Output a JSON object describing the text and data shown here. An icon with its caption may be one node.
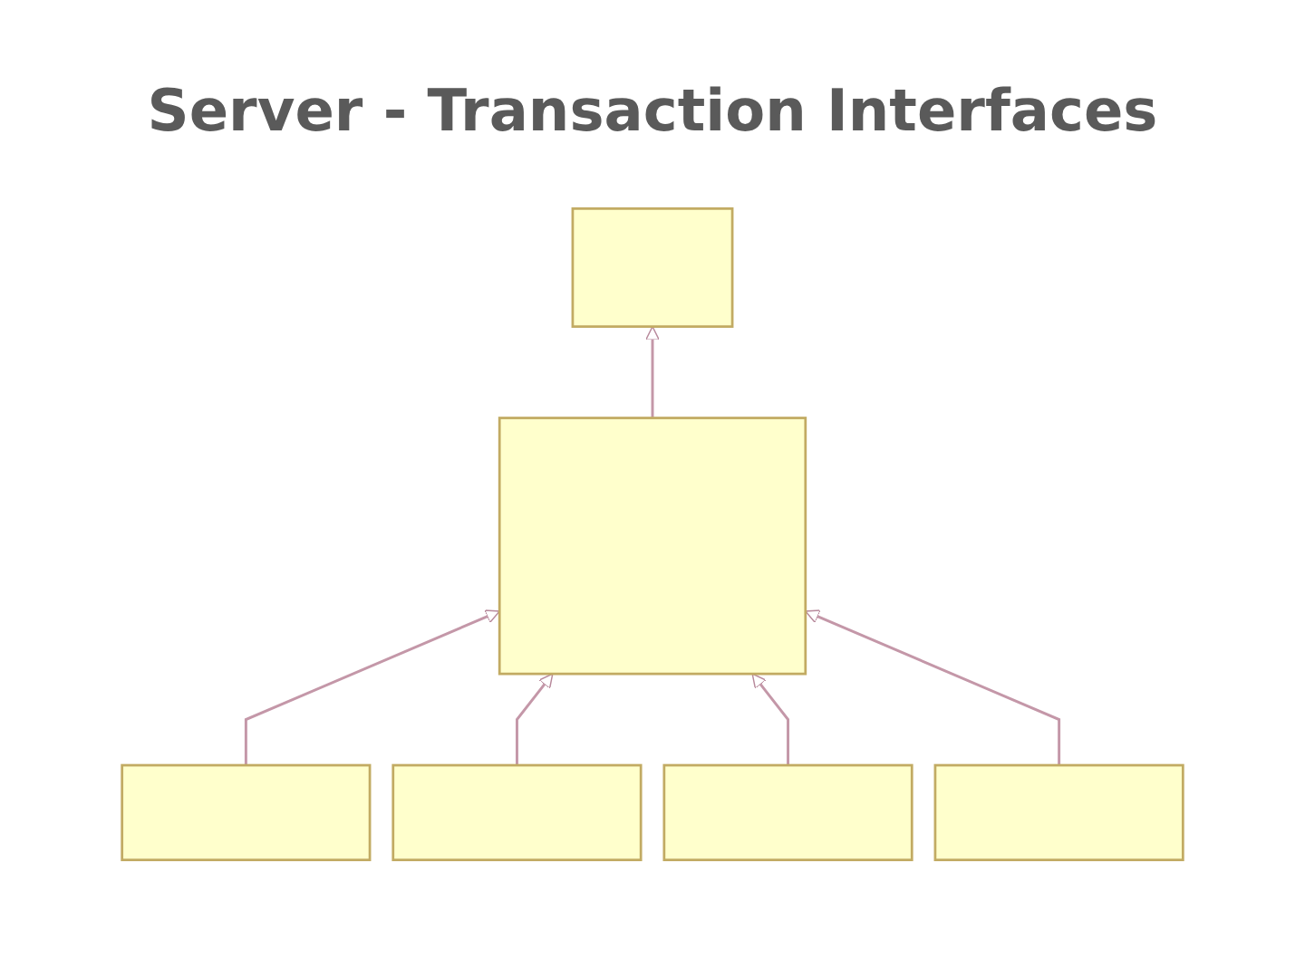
{
  "diagram": {
    "title": "Server - Transaction Interfaces",
    "nodes": [
      {
        "text": [],
        "shape": "box"
      },
      {
        "text": [],
        "shape": "box"
      },
      {
        "text": [],
        "shape": "box"
      },
      {
        "text": [],
        "shape": "box"
      },
      {
        "text": [],
        "shape": "box"
      },
      {
        "text": [],
        "shape": "box"
      }
    ],
    "edges": [
      {
        "from": 1,
        "to": 0,
        "arrow": "to"
      },
      {
        "from": 2,
        "to": 1,
        "arrow": "to"
      },
      {
        "from": 3,
        "to": 1,
        "arrow": "to"
      },
      {
        "from": 4,
        "to": 1,
        "arrow": "to"
      },
      {
        "from": 5,
        "to": 1,
        "arrow": "to"
      }
    ]
  }
}
